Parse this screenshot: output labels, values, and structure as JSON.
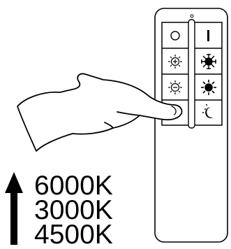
{
  "remote": {
    "buttons": [
      {
        "icon": "power-off-icon"
      },
      {
        "icon": "power-on-icon"
      },
      {
        "icon": "brightness-up-icon"
      },
      {
        "icon": "color-temperature-icon"
      },
      {
        "icon": "brightness-down-icon"
      },
      {
        "icon": "full-brightness-icon"
      },
      {
        "icon": "color-cycle-icon"
      },
      {
        "icon": "night-mode-icon"
      }
    ]
  },
  "hand": {
    "icon": "pointing-hand-icon"
  },
  "arrow": {
    "icon": "up-arrow-icon"
  },
  "color_temperatures": [
    "6000K",
    "3000K",
    "4500K"
  ]
}
